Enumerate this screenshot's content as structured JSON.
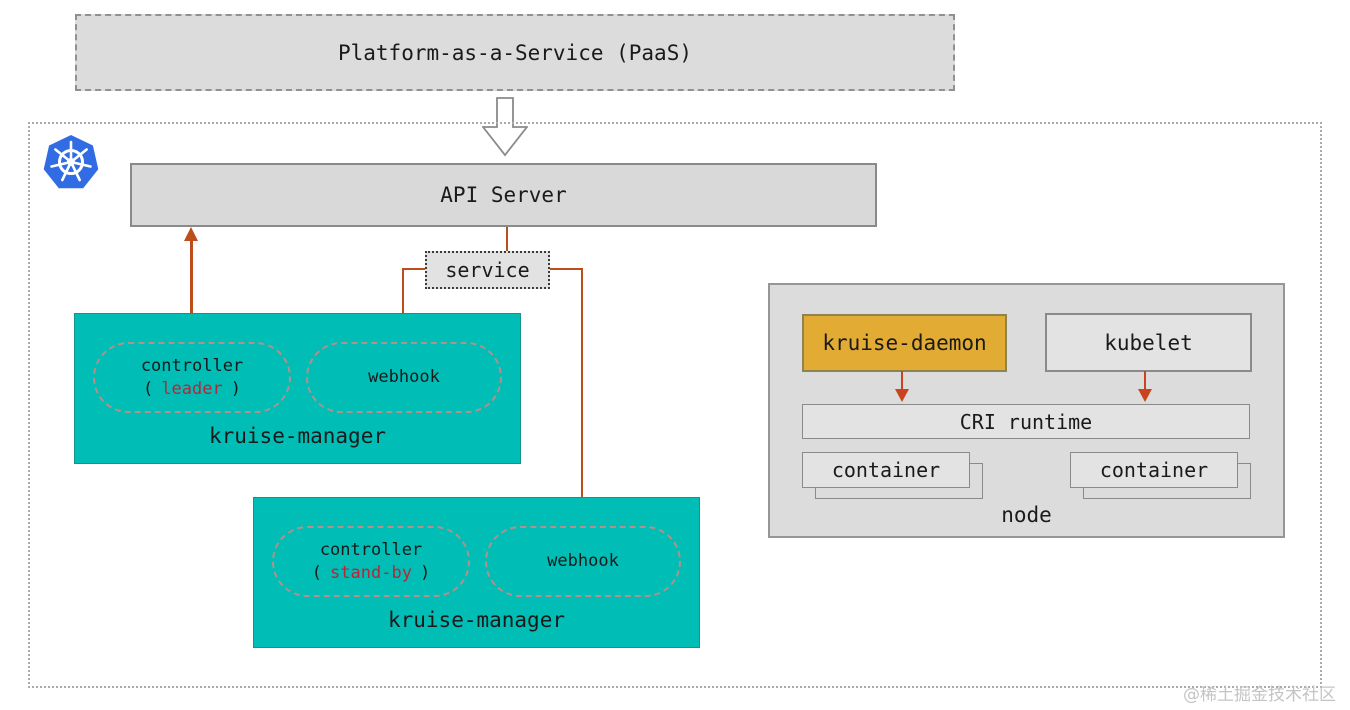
{
  "paas": {
    "label": "Platform-as-a-Service (PaaS)"
  },
  "cluster": {
    "api_server_label": "API Server",
    "service_label": "service"
  },
  "managers": [
    {
      "controller": "controller",
      "paren_open": "(",
      "role": "leader",
      "paren_close": ")",
      "webhook": "webhook",
      "label": "kruise-manager"
    },
    {
      "controller": "controller",
      "paren_open": "(",
      "role": "stand-by",
      "paren_close": ")",
      "webhook": "webhook",
      "label": "kruise-manager"
    }
  ],
  "node": {
    "kruise_daemon": "kruise-daemon",
    "kubelet": "kubelet",
    "cri_runtime": "CRI runtime",
    "container_left": "container",
    "container_right": "container",
    "label": "node"
  },
  "icons": {
    "kubernetes_logo": "kubernetes-helm-wheel"
  },
  "colors": {
    "teal": "#00bdb5",
    "gold": "#e2ab33",
    "arrow_orange": "#bd4e1b",
    "arrow_red": "#cb4220",
    "role_red": "#b82636",
    "kubernetes_blue": "#326ce5",
    "box_gray": "#dcdcdc"
  },
  "watermark": "@稀土掘金技术社区"
}
